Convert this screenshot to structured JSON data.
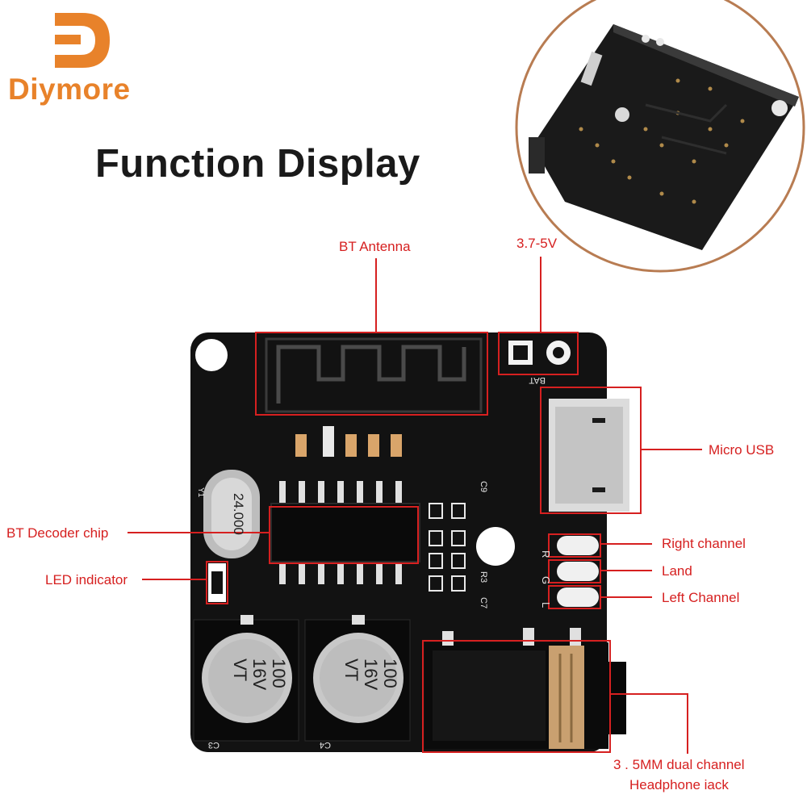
{
  "brand": {
    "logo_letter": "D",
    "name": "Diymore"
  },
  "title": "Function Display",
  "board": {
    "silkscreen": {
      "crystal_value": "24.000",
      "crystal_ref": "Y1",
      "cap_text_line1": "100",
      "cap_text_line2": "16V",
      "cap_text_line3": "VT",
      "bat": "BAT",
      "c3": "C3",
      "c4": "C4",
      "c9": "C9",
      "c7": "C7",
      "r3": "R3",
      "pin_r": "R",
      "pin_g": "G",
      "pin_l": "L"
    }
  },
  "labels": {
    "bt_antenna": "BT Antenna",
    "power": "3.7-5V",
    "micro_usb": "Micro USB",
    "bt_decoder": "BT Decoder chip",
    "led": "LED indicator",
    "right_channel": "Right channel",
    "land": "Land",
    "left_channel": "Left Channel",
    "jack_line1": "3 . 5MM dual channel",
    "jack_line2": "Headphone iack"
  },
  "colors": {
    "brand_orange": "#e8822a",
    "callout_red": "#d62020",
    "pcb_black": "#121212",
    "inset_border": "#b87c52"
  }
}
